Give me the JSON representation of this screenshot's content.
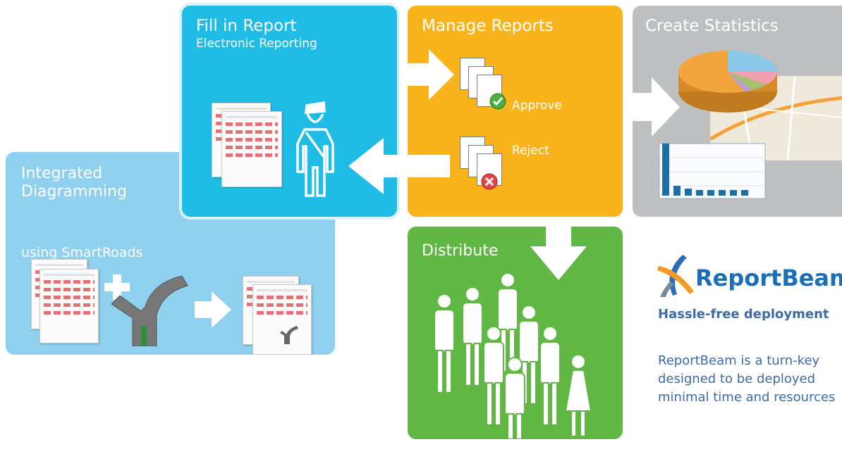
{
  "panels": {
    "diagramming": {
      "title_line1": "Integrated",
      "title_line2": "Diagramming",
      "subtitle": "using SmartRoads",
      "color": "#8fd0ee"
    },
    "fill": {
      "title": "Fill in Report",
      "subtitle": "Electronic Reporting",
      "color": "#1fbde6"
    },
    "manage": {
      "title": "Manage Reports",
      "approve": "Approve",
      "reject": "Reject",
      "color": "#f9b41b"
    },
    "stats": {
      "title": "Create Statistics",
      "color": "#bdbfc1"
    },
    "distribute": {
      "title": "Distribute",
      "color": "#60b743"
    }
  },
  "brand": {
    "name": "ReportBeam",
    "tagline": "Hassle-free deployment",
    "description_lines": [
      "ReportBeam is a turn-key",
      "designed to be deployed",
      "minimal time and resources"
    ],
    "color": "#1a6fb8"
  },
  "icons": [
    "arrow-right-icon",
    "arrow-left-icon",
    "arrow-down-icon",
    "plus-icon",
    "checkmark-icon",
    "reject-icon",
    "officer-icon",
    "people-icon",
    "pie-chart-icon",
    "bar-chart-icon",
    "map-icon",
    "road-junction-icon",
    "report-beam-logo"
  ]
}
